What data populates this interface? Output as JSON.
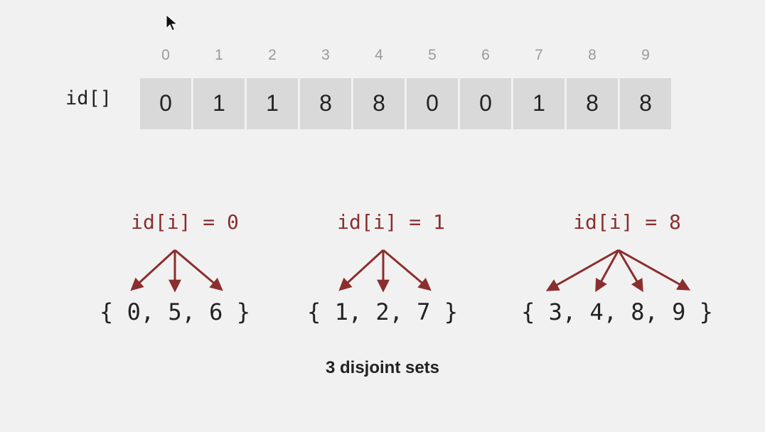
{
  "array": {
    "label": "id[]",
    "indices": [
      "0",
      "1",
      "2",
      "3",
      "4",
      "5",
      "6",
      "7",
      "8",
      "9"
    ],
    "values": [
      "0",
      "1",
      "1",
      "8",
      "8",
      "0",
      "0",
      "1",
      "8",
      "8"
    ]
  },
  "sets": [
    {
      "label": "id[i] = 0",
      "members": "{ 0, 5, 6 }"
    },
    {
      "label": "id[i] = 1",
      "members": "{ 1, 2, 7 }"
    },
    {
      "label": "id[i] = 8",
      "members": "{ 3, 4, 8, 9 }"
    }
  ],
  "caption": "3 disjoint sets",
  "colors": {
    "arrow": "#8b2e2e",
    "cell": "#d9d9d9",
    "index": "#9a9a9a",
    "background": "#f1f1f1"
  },
  "cursor_icon": "mouse-pointer-icon"
}
